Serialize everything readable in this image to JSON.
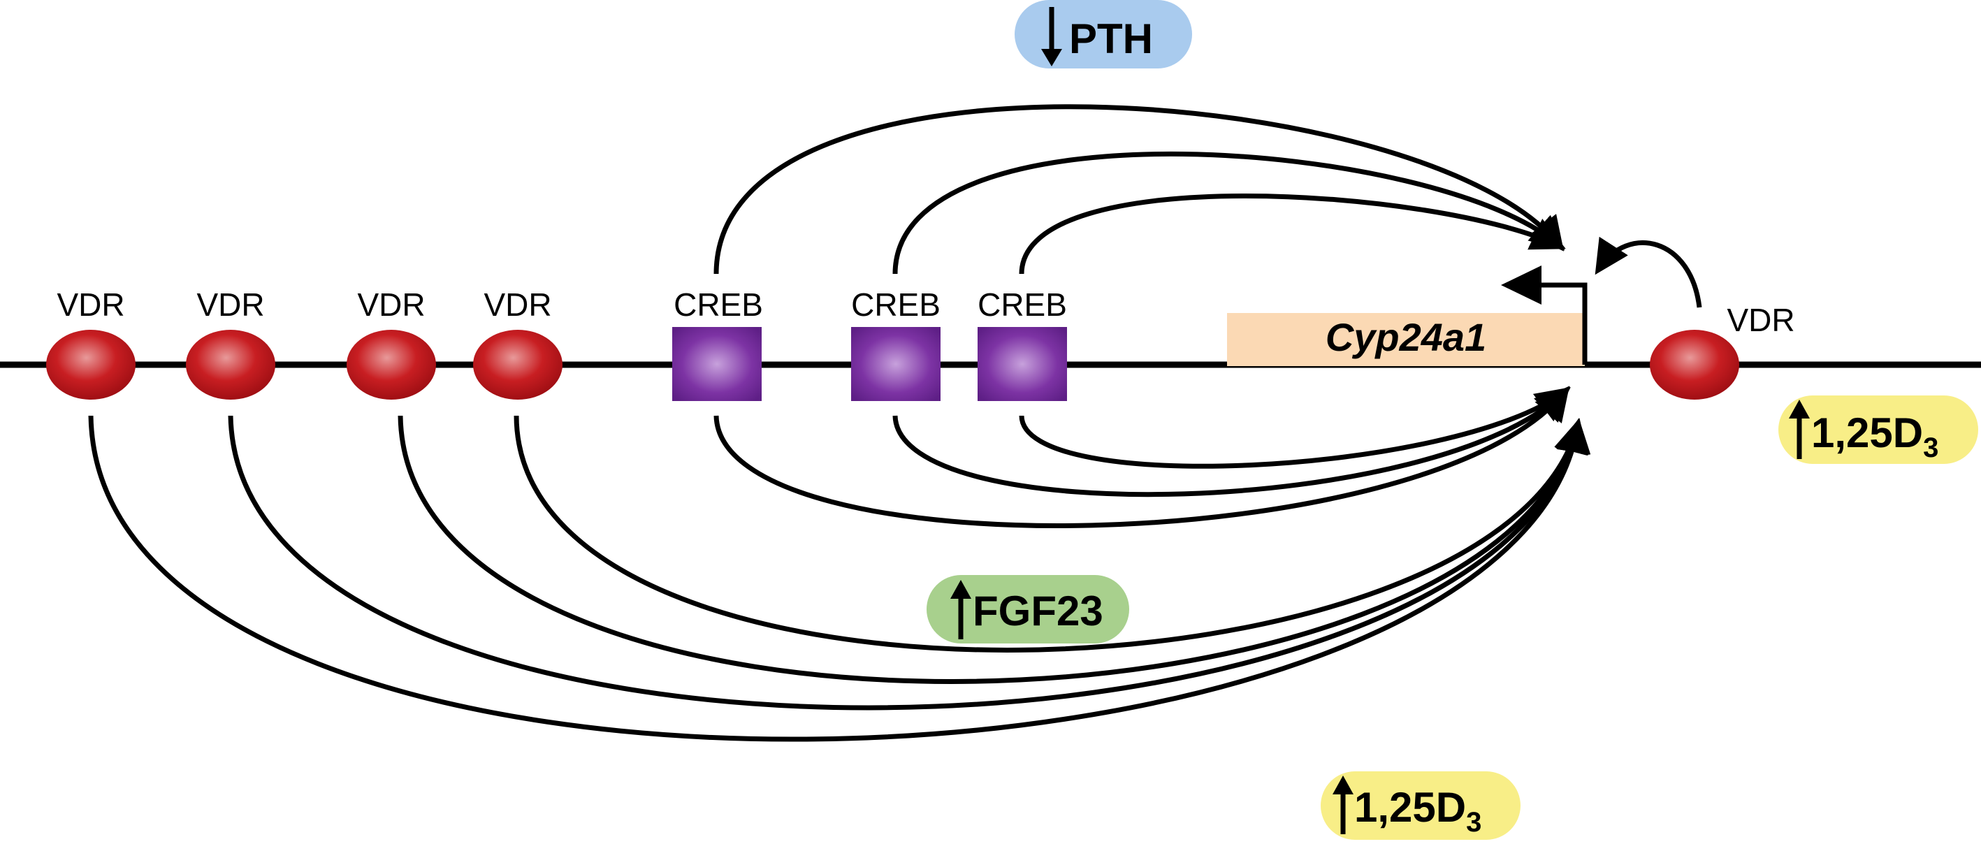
{
  "gene": {
    "name": "Cyp24a1"
  },
  "site_labels": {
    "vdr": "VDR",
    "creb": "CREB"
  },
  "signals": {
    "pth": {
      "text": "PTH",
      "direction": "down",
      "color": "#a9cbee"
    },
    "fgf23": {
      "text": "FGF23",
      "direction": "up",
      "color": "#a8d08d"
    },
    "vitd_right": {
      "text": "1,25D",
      "subscript": "3",
      "direction": "up",
      "color": "#f8ee87"
    },
    "vitd_bottom": {
      "text": "1,25D",
      "subscript": "3",
      "direction": "up",
      "color": "#f8ee87"
    }
  },
  "colors": {
    "vdr_site": "#c0161b",
    "creb_site": "#7a2fa0",
    "gene_box": "#fbd9b4",
    "line": "#000000"
  }
}
